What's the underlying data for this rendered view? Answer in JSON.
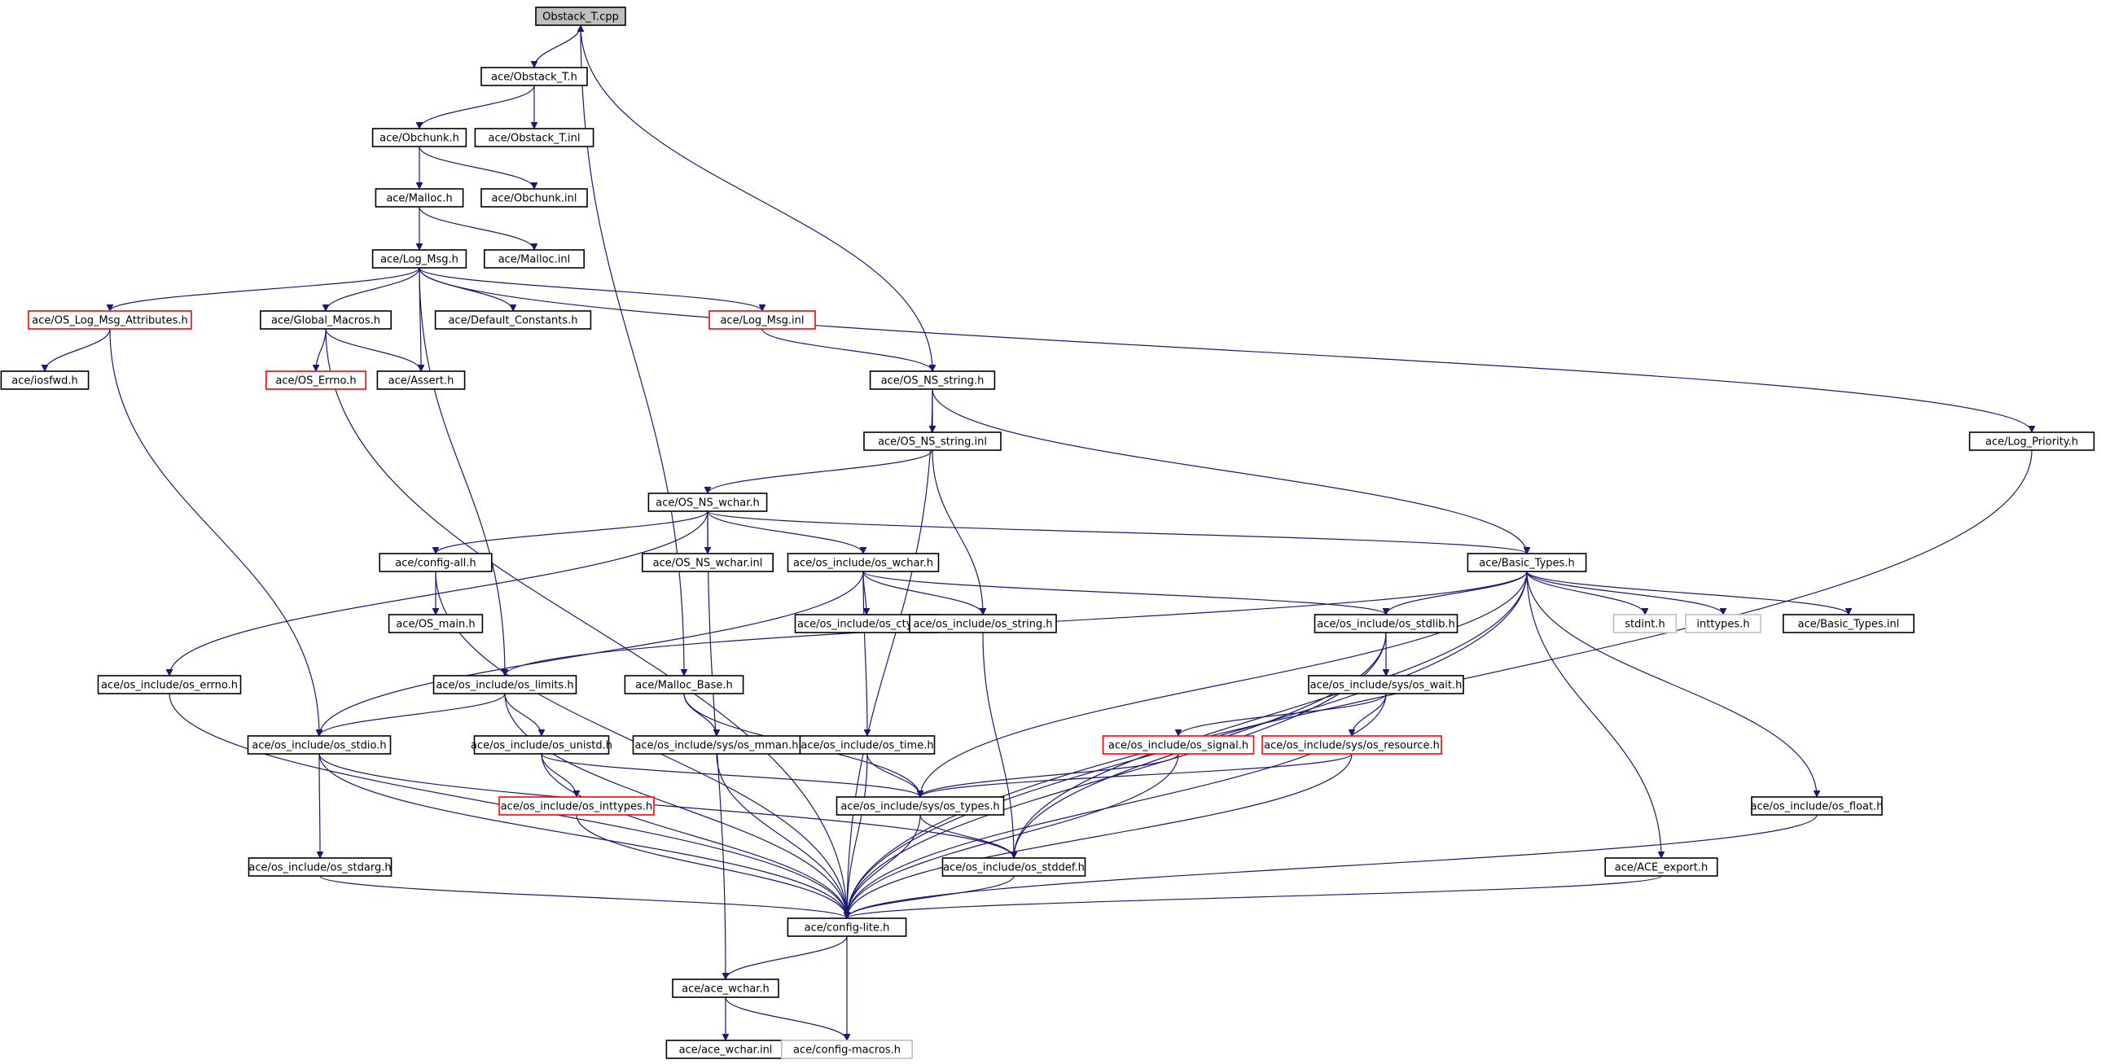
{
  "graph": {
    "title": "Obstack_T.cpp",
    "nodes": [
      {
        "id": "n0",
        "label": "Obstack_T.cpp",
        "style": "root"
      },
      {
        "id": "n1",
        "label": "ace/Obstack_T.h",
        "style": "normal"
      },
      {
        "id": "n2",
        "label": "ace/Obchunk.h",
        "style": "normal"
      },
      {
        "id": "n3",
        "label": "ace/Obstack_T.inl",
        "style": "normal"
      },
      {
        "id": "n4",
        "label": "ace/Malloc.h",
        "style": "normal"
      },
      {
        "id": "n5",
        "label": "ace/Obchunk.inl",
        "style": "normal"
      },
      {
        "id": "n6",
        "label": "ace/Log_Msg.h",
        "style": "normal"
      },
      {
        "id": "n7",
        "label": "ace/Malloc.inl",
        "style": "normal"
      },
      {
        "id": "n8",
        "label": "ace/OS_Log_Msg_Attributes.h",
        "style": "red"
      },
      {
        "id": "n9",
        "label": "ace/Global_Macros.h",
        "style": "normal"
      },
      {
        "id": "n10",
        "label": "ace/Default_Constants.h",
        "style": "normal"
      },
      {
        "id": "n11",
        "label": "ace/Log_Msg.inl",
        "style": "red"
      },
      {
        "id": "n12",
        "label": "ace/iosfwd.h",
        "style": "normal"
      },
      {
        "id": "n13",
        "label": "ace/OS_Errno.h",
        "style": "red"
      },
      {
        "id": "n14",
        "label": "ace/Assert.h",
        "style": "normal"
      },
      {
        "id": "n15",
        "label": "ace/OS_NS_string.h",
        "style": "normal"
      },
      {
        "id": "n16",
        "label": "ace/OS_NS_string.inl",
        "style": "normal"
      },
      {
        "id": "n17",
        "label": "ace/Log_Priority.h",
        "style": "normal"
      },
      {
        "id": "n18",
        "label": "ace/OS_NS_wchar.h",
        "style": "normal"
      },
      {
        "id": "n19",
        "label": "ace/config-all.h",
        "style": "normal"
      },
      {
        "id": "n20",
        "label": "ace/OS_NS_wchar.inl",
        "style": "normal"
      },
      {
        "id": "n21",
        "label": "ace/os_include/os_wchar.h",
        "style": "normal"
      },
      {
        "id": "n22",
        "label": "ace/Basic_Types.h",
        "style": "normal"
      },
      {
        "id": "n23",
        "label": "ace/OS_main.h",
        "style": "normal"
      },
      {
        "id": "n24",
        "label": "ace/os_include/os_ctype.h",
        "style": "normal"
      },
      {
        "id": "n25",
        "label": "ace/os_include/os_string.h",
        "style": "normal"
      },
      {
        "id": "n26",
        "label": "ace/os_include/os_stdlib.h",
        "style": "normal"
      },
      {
        "id": "n27",
        "label": "stdint.h",
        "style": "gray"
      },
      {
        "id": "n28",
        "label": "inttypes.h",
        "style": "gray"
      },
      {
        "id": "n29",
        "label": "ace/Basic_Types.inl",
        "style": "normal"
      },
      {
        "id": "n30",
        "label": "ace/os_include/os_errno.h",
        "style": "normal"
      },
      {
        "id": "n31",
        "label": "ace/os_include/os_limits.h",
        "style": "normal"
      },
      {
        "id": "n32",
        "label": "ace/Malloc_Base.h",
        "style": "normal"
      },
      {
        "id": "n33",
        "label": "ace/os_include/sys/os_wait.h",
        "style": "normal"
      },
      {
        "id": "n34",
        "label": "ace/os_include/os_stdio.h",
        "style": "normal"
      },
      {
        "id": "n35",
        "label": "ace/os_include/os_unistd.h",
        "style": "normal"
      },
      {
        "id": "n36",
        "label": "ace/os_include/sys/os_mman.h",
        "style": "normal"
      },
      {
        "id": "n37",
        "label": "ace/os_include/os_time.h",
        "style": "normal"
      },
      {
        "id": "n38",
        "label": "ace/os_include/os_signal.h",
        "style": "red"
      },
      {
        "id": "n39",
        "label": "ace/os_include/sys/os_resource.h",
        "style": "red"
      },
      {
        "id": "n40",
        "label": "ace/os_include/os_inttypes.h",
        "style": "red"
      },
      {
        "id": "n41",
        "label": "ace/os_include/sys/os_types.h",
        "style": "normal"
      },
      {
        "id": "n42",
        "label": "ace/os_include/os_float.h",
        "style": "normal"
      },
      {
        "id": "n43",
        "label": "ace/os_include/os_stdarg.h",
        "style": "normal"
      },
      {
        "id": "n44",
        "label": "ace/os_include/os_stddef.h",
        "style": "normal"
      },
      {
        "id": "n45",
        "label": "ace/ACE_export.h",
        "style": "normal"
      },
      {
        "id": "n46",
        "label": "ace/config-lite.h",
        "style": "normal"
      },
      {
        "id": "n47",
        "label": "ace/ace_wchar.h",
        "style": "normal"
      },
      {
        "id": "n48",
        "label": "ace/ace_wchar.inl",
        "style": "normal"
      },
      {
        "id": "n49",
        "label": "ace/config-macros.h",
        "style": "gray"
      }
    ],
    "edges": [
      [
        "n0",
        "n1"
      ],
      [
        "n0",
        "n32"
      ],
      [
        "n0",
        "n15"
      ],
      [
        "n1",
        "n0"
      ],
      [
        "n1",
        "n2"
      ],
      [
        "n1",
        "n3"
      ],
      [
        "n2",
        "n4"
      ],
      [
        "n2",
        "n5"
      ],
      [
        "n4",
        "n6"
      ],
      [
        "n4",
        "n7"
      ],
      [
        "n6",
        "n8"
      ],
      [
        "n6",
        "n9"
      ],
      [
        "n6",
        "n10"
      ],
      [
        "n6",
        "n11"
      ],
      [
        "n6",
        "n14"
      ],
      [
        "n6",
        "n31"
      ],
      [
        "n6",
        "n17"
      ],
      [
        "n8",
        "n12"
      ],
      [
        "n8",
        "n34"
      ],
      [
        "n9",
        "n13"
      ],
      [
        "n9",
        "n14"
      ],
      [
        "n9",
        "n46"
      ],
      [
        "n11",
        "n15"
      ],
      [
        "n15",
        "n16"
      ],
      [
        "n15",
        "n22"
      ],
      [
        "n15",
        "n46"
      ],
      [
        "n16",
        "n18"
      ],
      [
        "n16",
        "n25"
      ],
      [
        "n17",
        "n46"
      ],
      [
        "n18",
        "n19"
      ],
      [
        "n18",
        "n20"
      ],
      [
        "n18",
        "n21"
      ],
      [
        "n18",
        "n22"
      ],
      [
        "n18",
        "n30"
      ],
      [
        "n18",
        "n47"
      ],
      [
        "n19",
        "n23"
      ],
      [
        "n19",
        "n46"
      ],
      [
        "n21",
        "n24"
      ],
      [
        "n21",
        "n25"
      ],
      [
        "n21",
        "n26"
      ],
      [
        "n21",
        "n37"
      ],
      [
        "n21",
        "n34"
      ],
      [
        "n22",
        "n27"
      ],
      [
        "n22",
        "n28"
      ],
      [
        "n22",
        "n29"
      ],
      [
        "n22",
        "n26"
      ],
      [
        "n22",
        "n31"
      ],
      [
        "n22",
        "n41"
      ],
      [
        "n22",
        "n42"
      ],
      [
        "n22",
        "n45"
      ],
      [
        "n22",
        "n44"
      ],
      [
        "n22",
        "n46"
      ],
      [
        "n25",
        "n44"
      ],
      [
        "n26",
        "n33"
      ],
      [
        "n26",
        "n44"
      ],
      [
        "n26",
        "n46"
      ],
      [
        "n30",
        "n46"
      ],
      [
        "n31",
        "n34"
      ],
      [
        "n31",
        "n35"
      ],
      [
        "n31",
        "n46"
      ],
      [
        "n32",
        "n36"
      ],
      [
        "n32",
        "n41"
      ],
      [
        "n33",
        "n38"
      ],
      [
        "n33",
        "n39"
      ],
      [
        "n33",
        "n46"
      ],
      [
        "n34",
        "n43"
      ],
      [
        "n34",
        "n44"
      ],
      [
        "n34",
        "n46"
      ],
      [
        "n35",
        "n40"
      ],
      [
        "n35",
        "n41"
      ],
      [
        "n35",
        "n46"
      ],
      [
        "n36",
        "n46"
      ],
      [
        "n37",
        "n41"
      ],
      [
        "n37",
        "n46"
      ],
      [
        "n38",
        "n41"
      ],
      [
        "n38",
        "n46"
      ],
      [
        "n39",
        "n41"
      ],
      [
        "n39",
        "n46"
      ],
      [
        "n40",
        "n46"
      ],
      [
        "n41",
        "n44"
      ],
      [
        "n41",
        "n46"
      ],
      [
        "n42",
        "n46"
      ],
      [
        "n43",
        "n46"
      ],
      [
        "n44",
        "n46"
      ],
      [
        "n45",
        "n46"
      ],
      [
        "n46",
        "n47"
      ],
      [
        "n46",
        "n49"
      ],
      [
        "n47",
        "n48"
      ],
      [
        "n47",
        "n49"
      ]
    ]
  }
}
